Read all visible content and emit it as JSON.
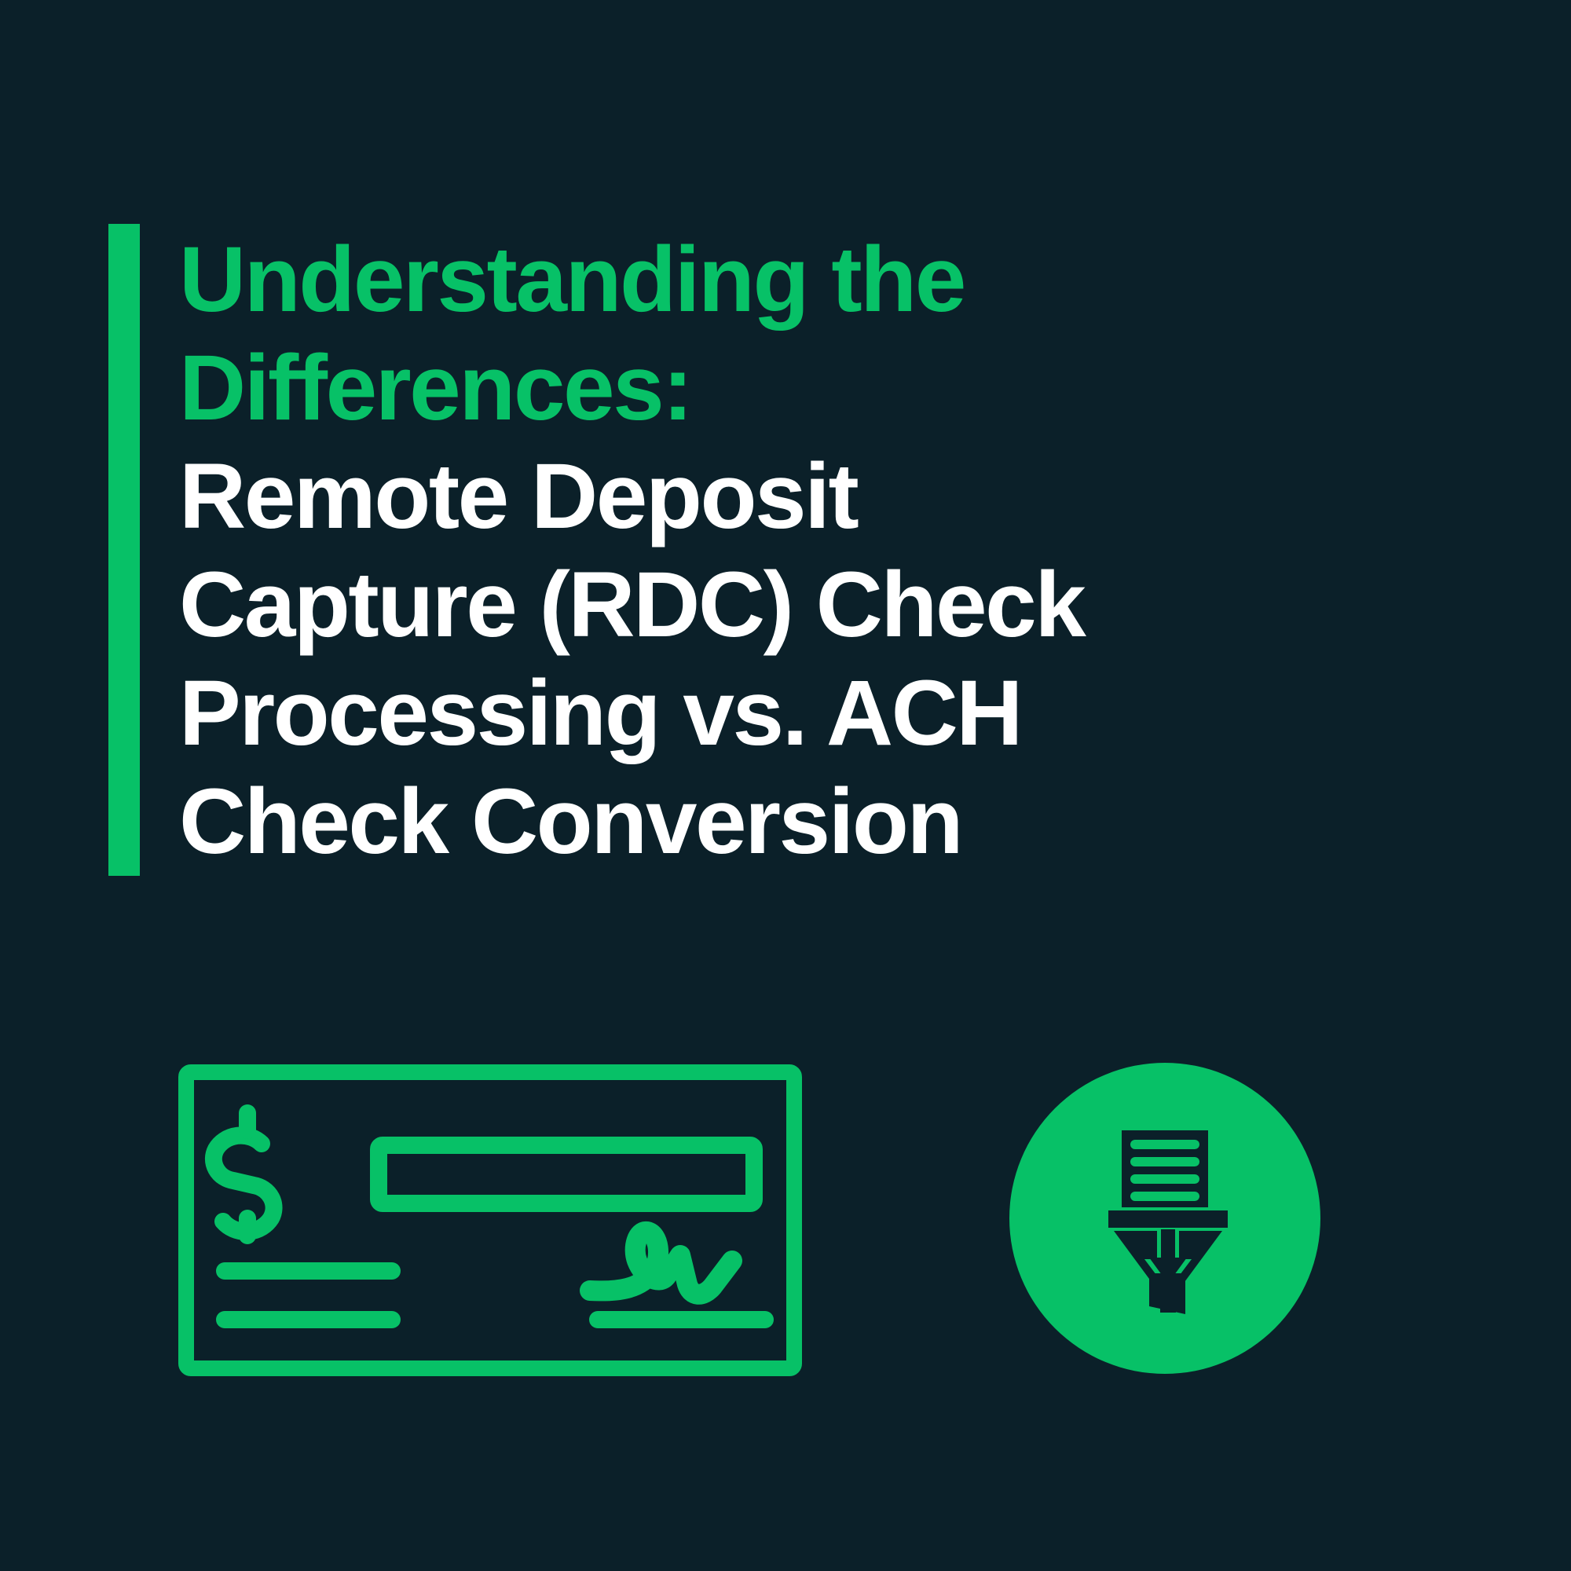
{
  "theme": {
    "background": "#0b2029",
    "accent_green": "#07c167",
    "text_white": "#ffffff"
  },
  "title": {
    "accent_bar": "vertical-accent-bar",
    "eyebrow_lines": [
      "Understanding the",
      "Differences:"
    ],
    "main_lines": [
      "Remote Deposit",
      "Capture (RDC) Check",
      "Processing vs. ACH",
      "Check Conversion"
    ],
    "full_text": "Understanding the Differences: Remote Deposit Capture (RDC) Check Processing vs. ACH Check Conversion"
  },
  "graphics": {
    "check": {
      "name": "bank-check-icon",
      "parts": [
        "check-outline",
        "dollar-sign",
        "amount-box",
        "memo-line-1",
        "memo-line-2",
        "signature-squiggle",
        "signature-line"
      ],
      "color": "#07c167"
    },
    "funnel": {
      "name": "document-conversion-funnel-icon",
      "circle_color": "#07c167",
      "glyph_color": "#0b2029",
      "parts": [
        "document-with-lines",
        "funnel-rim",
        "funnel-cone",
        "down-arrow",
        "funnel-stem"
      ]
    }
  }
}
